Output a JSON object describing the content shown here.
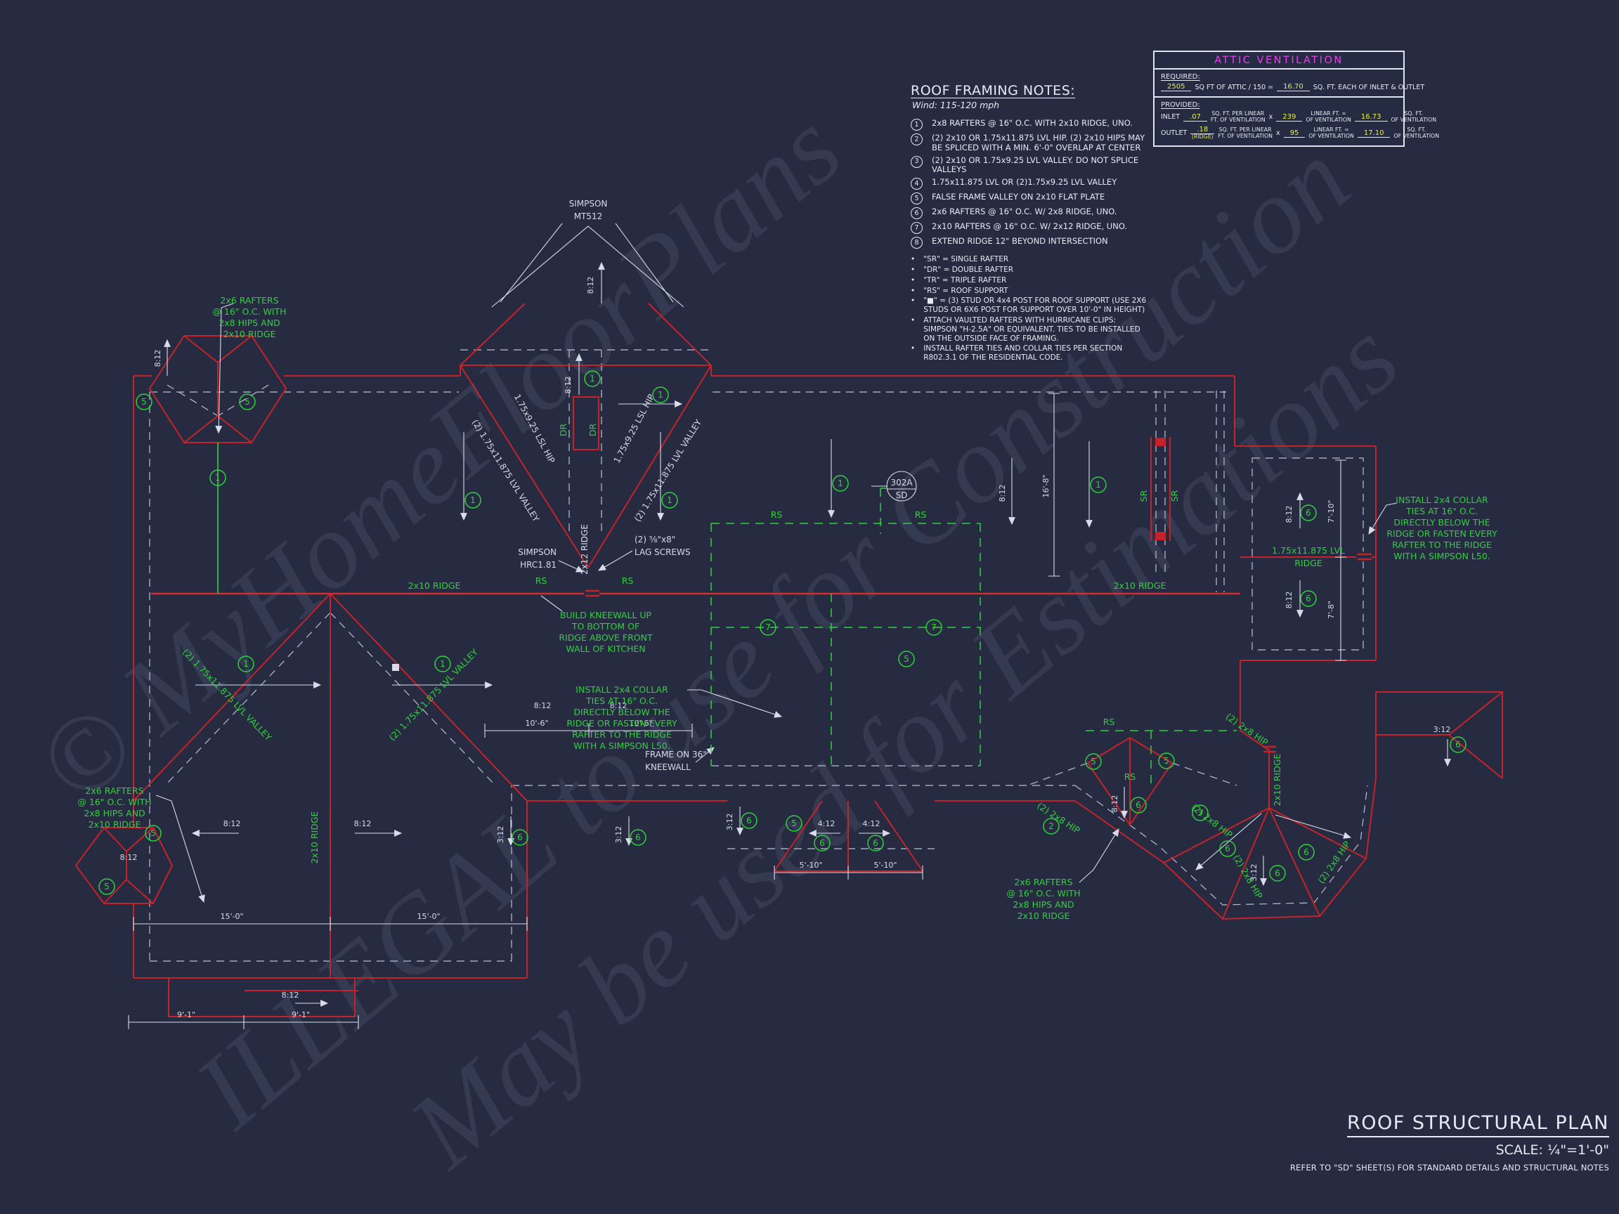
{
  "watermark": {
    "line1": "© MyHomeFloorPlans",
    "line2": "ILLEGAL to use for Construction",
    "line3": "May be used for Estimations"
  },
  "framing_notes": {
    "title": "ROOF FRAMING NOTES:",
    "wind": "Wind: 115-120 mph",
    "items": [
      {
        "n": "1",
        "t": "2x8 RAFTERS @ 16\" O.C. WITH 2x10 RIDGE, UNO."
      },
      {
        "n": "2",
        "t": "(2) 2x10 OR 1.75x11.875 LVL HIP. (2) 2x10 HIPS MAY BE SPLICED WITH A MIN. 6'-0\" OVERLAP AT CENTER"
      },
      {
        "n": "3",
        "t": "(2) 2x10 OR 1.75x9.25 LVL VALLEY. DO NOT SPLICE VALLEYS"
      },
      {
        "n": "4",
        "t": "1.75x11.875 LVL OR (2)1.75x9.25 LVL VALLEY"
      },
      {
        "n": "5",
        "t": "FALSE FRAME VALLEY ON 2x10 FLAT PLATE"
      },
      {
        "n": "6",
        "t": "2x6 RAFTERS @ 16\" O.C. W/ 2x8 RIDGE, UNO."
      },
      {
        "n": "7",
        "t": "2x10 RAFTERS @ 16\" O.C. W/ 2x12 RIDGE, UNO."
      },
      {
        "n": "8",
        "t": "EXTEND RIDGE 12\" BEYOND INTERSECTION"
      }
    ],
    "bullets": [
      "\"SR\"  = SINGLE RAFTER",
      "\"DR\" = DOUBLE RAFTER",
      "\"TR\" = TRIPLE RAFTER",
      "\"RS\" = ROOF SUPPORT",
      "\"■\" = (3) STUD OR 4x4 POST FOR ROOF SUPPORT (USE 2X6 STUDS OR 6X6 POST FOR SUPPORT OVER 10'-0\" IN HEIGHT)",
      "ATTACH VAULTED RAFTERS WITH HURRICANE CLIPS: SIMPSON \"H-2.5A\" OR EQUIVALENT. TIES TO BE INSTALLED ON THE OUTSIDE FACE OF FRAMING.",
      "INSTALL RAFTER TIES AND COLLAR TIES PER SECTION R802.3.1 OF THE  RESIDENTIAL CODE."
    ]
  },
  "ventilation": {
    "title": "ATTIC VENTILATION",
    "required_label": "REQUIRED:",
    "req_area": "2505",
    "req_mid": "SQ FT OF ATTIC / 150 =",
    "req_each": "16.70",
    "req_tail": "SQ. FT. EACH OF INLET & OUTLET",
    "provided_label": "PROVIDED:",
    "inlet_label": "INLET",
    "inlet_rate": ".07",
    "rate_unit1": "SQ. FT. PER LINEAR",
    "rate_unit2": "FT. OF VENTILATION",
    "times": "x",
    "inlet_len": "239",
    "len_unit1": "LINEAR FT. =",
    "len_unit2": "OF VENTILATION",
    "inlet_total": "16.73",
    "total_unit1": "SQ. FT.",
    "total_unit2": "OF VENTILATION",
    "outlet_label": "OUTLET",
    "outlet_rate": ".18",
    "outlet_rate_sub": "(RIDGE)",
    "outlet_len": "95",
    "outlet_total": "17.10"
  },
  "titleblock": {
    "title": "ROOF STRUCTURAL PLAN",
    "scale": "SCALE: ¼\"=1'-0\"",
    "refer": "REFER TO \"SD\" SHEET(S) FOR STANDARD DETAILS AND STRUCTURAL NOTES"
  },
  "plan": {
    "keynotes": {
      "n1": "1",
      "n2": "2",
      "n3": "3",
      "n5": "5",
      "n6": "6",
      "n7": "7"
    },
    "slopes": {
      "s8": "8:12",
      "s3": "3:12",
      "s4": "4:12"
    },
    "dims": {
      "d150": "15'-0\"",
      "d91": "9'-1\"",
      "d510": "5'-10\"",
      "d106": "10'-6\"",
      "d168": "16'-8\"",
      "d710": "7'-10\"",
      "d78": "7'-8\""
    },
    "members": {
      "ridge210": "2x10 RIDGE",
      "ridge212": "2x12 RIDGE",
      "lvl1": "1.75x11.875 LVL",
      "lvl2": "RIDGE",
      "lslhip": "1.75x9.25 LSL HIP",
      "lvlvalley": "(2) 1.75x11.875 LVL VALLEY",
      "hip228": "(2) 2x8 HIP",
      "rs": "RS",
      "dr": "DR",
      "sr": "SR"
    },
    "callouts": {
      "rafters": [
        "2x6 RAFTERS",
        "@ 16\" O.C. WITH",
        "2x8 HIPS AND",
        "2x10 RIDGE"
      ],
      "kneewall": [
        "BUILD KNEEWALL UP",
        "TO BOTTOM OF",
        "RIDGE ABOVE FRONT",
        "WALL OF KITCHEN"
      ],
      "collar": [
        "INSTALL 2x4 COLLAR",
        "TIES AT 16\" O.C.",
        "DIRECTLY BELOW THE",
        "RIDGE OR FASTEN EVERY",
        "RAFTER TO THE RIDGE",
        "WITH A SIMPSON L50."
      ],
      "frame36": [
        "FRAME ON 36\"",
        "KNEEWALL"
      ],
      "mt512": [
        "SIMPSON",
        "MT512"
      ],
      "hrc": [
        "SIMPSON",
        "HRC1.81"
      ],
      "lag": [
        "(2) ⅝\"x8\"",
        "LAG SCREWS"
      ],
      "detail": [
        "302A",
        "SD"
      ]
    }
  }
}
